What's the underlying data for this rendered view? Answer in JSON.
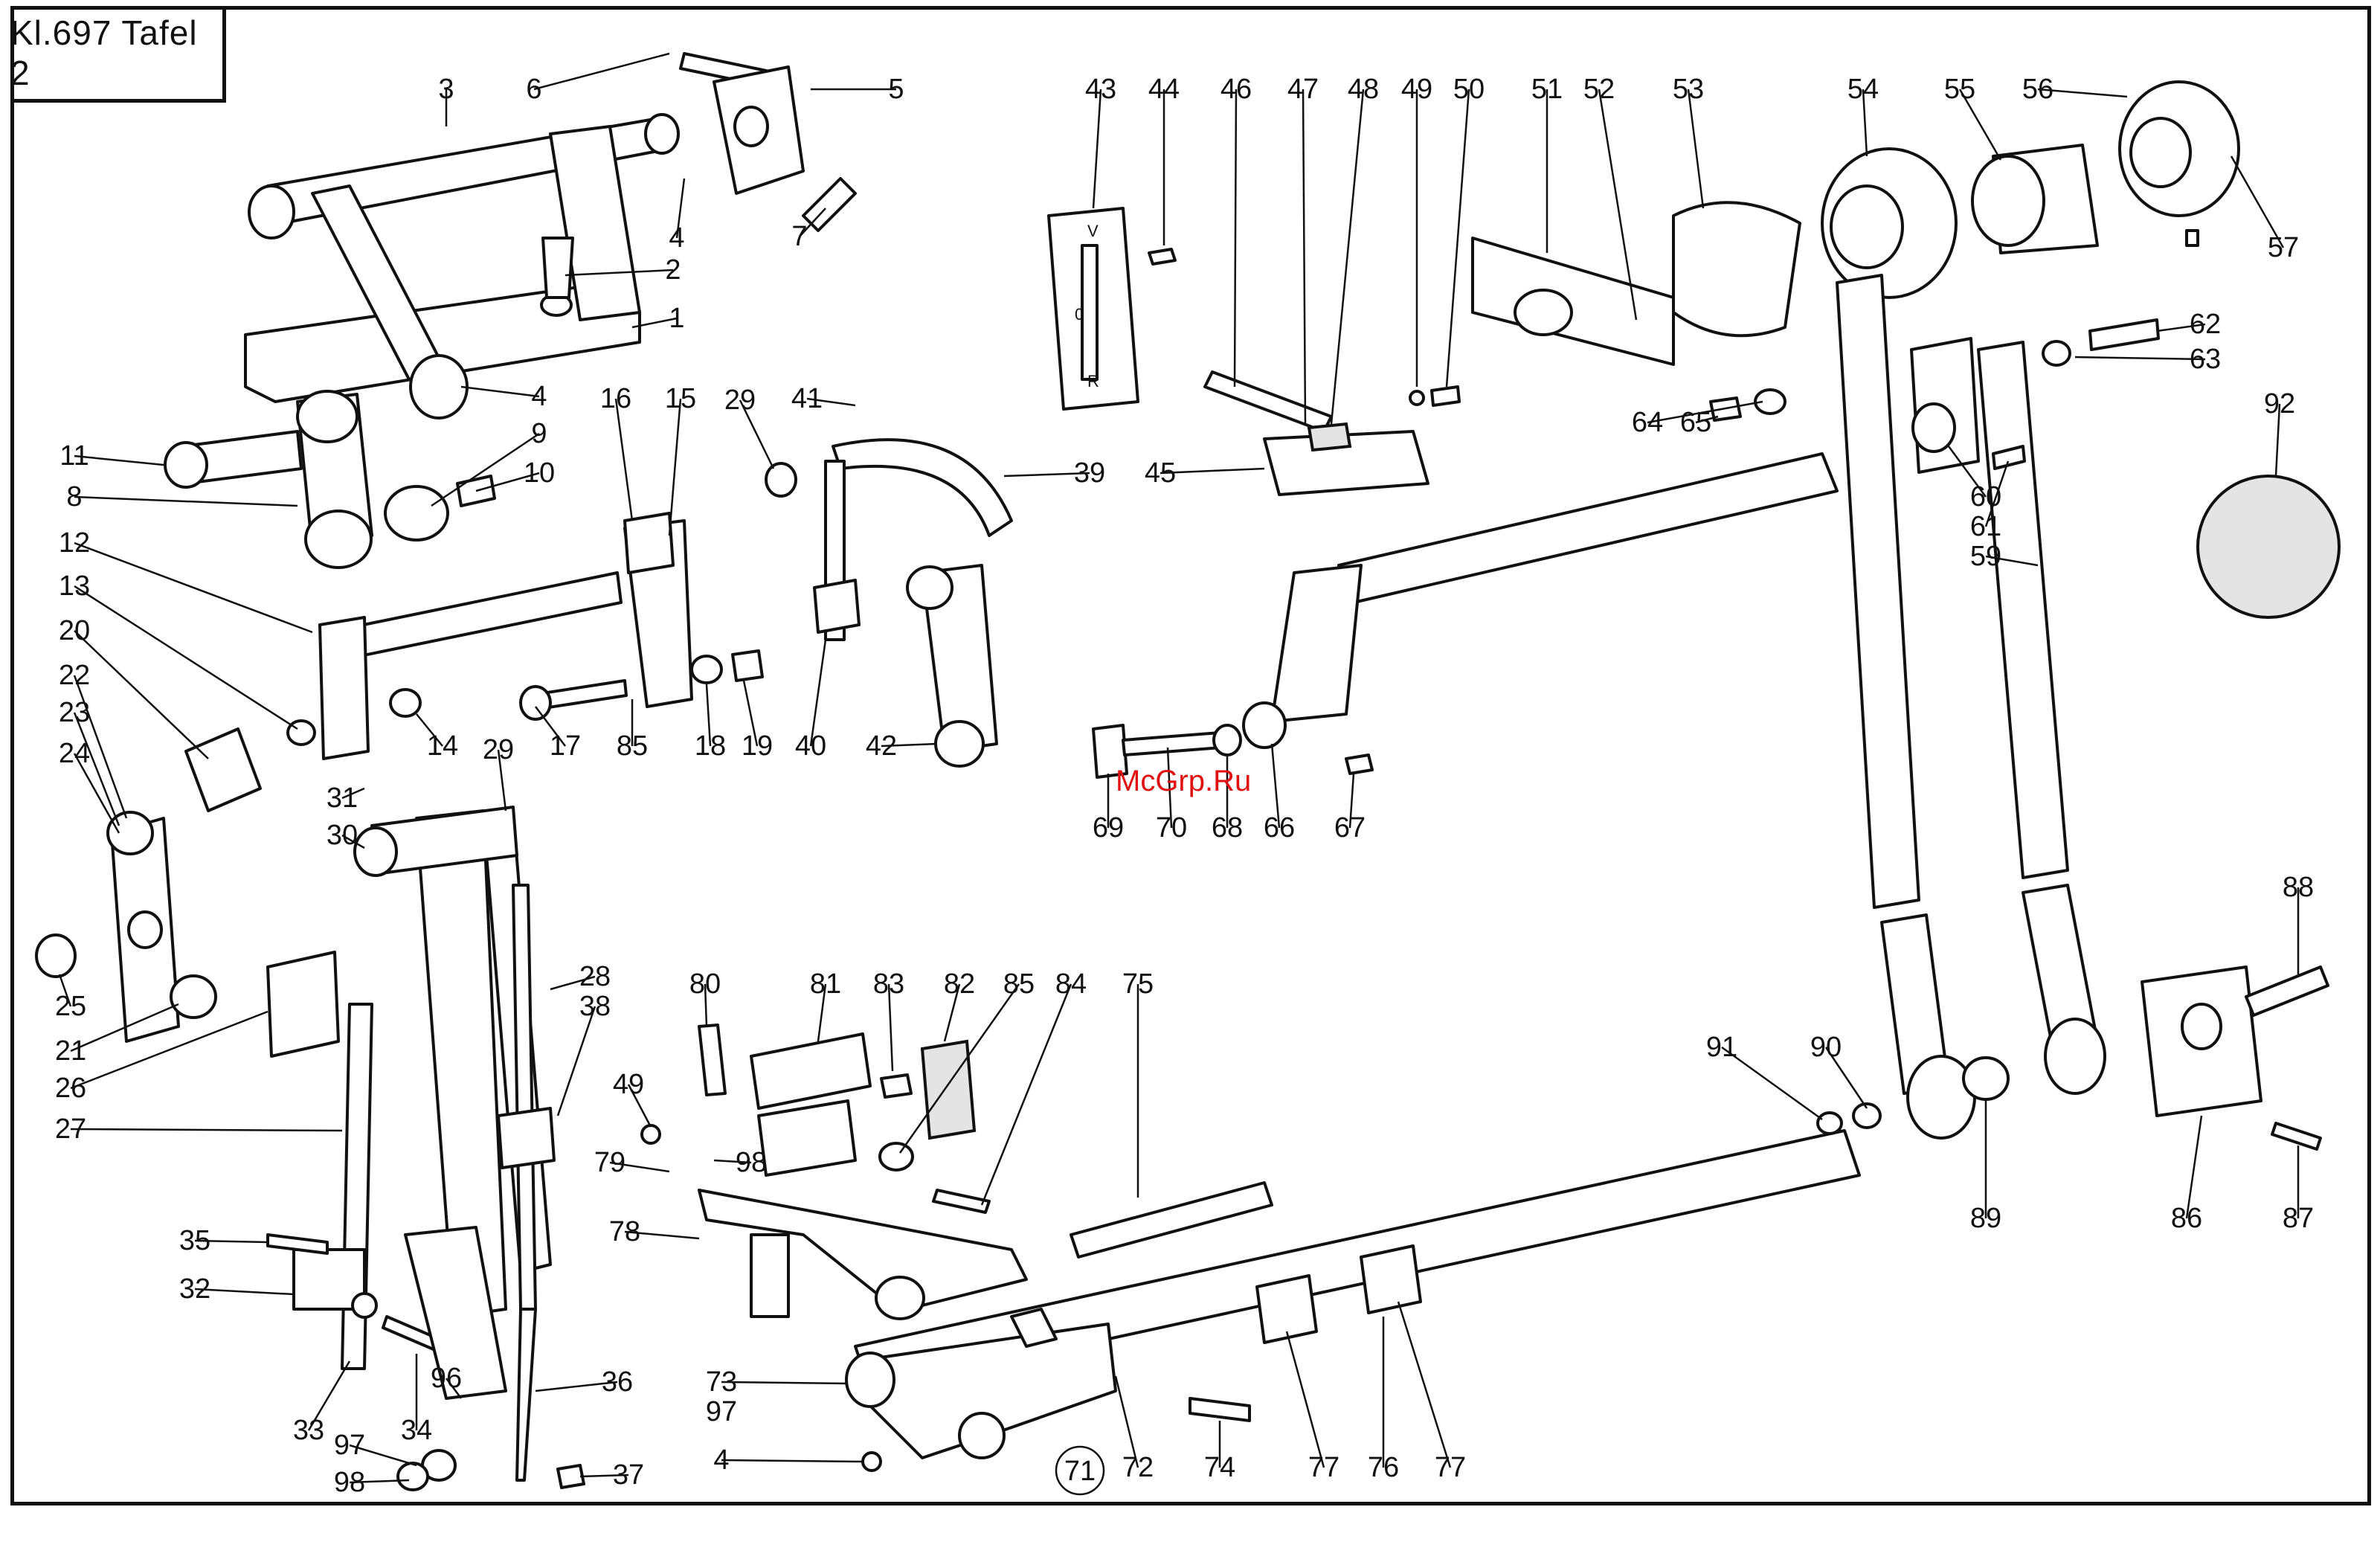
{
  "title": "Kl.697 Tafel 2",
  "watermark": "McGrp.Ru",
  "callouts": [
    {
      "id": "3",
      "label": "3"
    },
    {
      "id": "6",
      "label": "6"
    },
    {
      "id": "5",
      "label": "5"
    },
    {
      "id": "7",
      "label": "7"
    },
    {
      "id": "4a",
      "label": "4"
    },
    {
      "id": "2",
      "label": "2"
    },
    {
      "id": "1",
      "label": "1"
    },
    {
      "id": "4b",
      "label": "4"
    },
    {
      "id": "11",
      "label": "11"
    },
    {
      "id": "9",
      "label": "9"
    },
    {
      "id": "10",
      "label": "10"
    },
    {
      "id": "8",
      "label": "8"
    },
    {
      "id": "12",
      "label": "12"
    },
    {
      "id": "13",
      "label": "13"
    },
    {
      "id": "20",
      "label": "20"
    },
    {
      "id": "22",
      "label": "22"
    },
    {
      "id": "23",
      "label": "23"
    },
    {
      "id": "24",
      "label": "24"
    },
    {
      "id": "25",
      "label": "25"
    },
    {
      "id": "21",
      "label": "21"
    },
    {
      "id": "26",
      "label": "26"
    },
    {
      "id": "27",
      "label": "27"
    },
    {
      "id": "16",
      "label": "16"
    },
    {
      "id": "15",
      "label": "15"
    },
    {
      "id": "14",
      "label": "14"
    },
    {
      "id": "17",
      "label": "17"
    },
    {
      "id": "85a",
      "label": "85"
    },
    {
      "id": "18",
      "label": "18"
    },
    {
      "id": "19",
      "label": "19"
    },
    {
      "id": "29a",
      "label": "29"
    },
    {
      "id": "41",
      "label": "41"
    },
    {
      "id": "39",
      "label": "39"
    },
    {
      "id": "40",
      "label": "40"
    },
    {
      "id": "42",
      "label": "42"
    },
    {
      "id": "31",
      "label": "31"
    },
    {
      "id": "30",
      "label": "30"
    },
    {
      "id": "29b",
      "label": "29"
    },
    {
      "id": "28",
      "label": "28"
    },
    {
      "id": "38",
      "label": "38"
    },
    {
      "id": "49a",
      "label": "49"
    },
    {
      "id": "35",
      "label": "35"
    },
    {
      "id": "32",
      "label": "32"
    },
    {
      "id": "33",
      "label": "33"
    },
    {
      "id": "34",
      "label": "34"
    },
    {
      "id": "36",
      "label": "36"
    },
    {
      "id": "96",
      "label": "96"
    },
    {
      "id": "97a",
      "label": "97"
    },
    {
      "id": "98a",
      "label": "98"
    },
    {
      "id": "37",
      "label": "37"
    },
    {
      "id": "80",
      "label": "80"
    },
    {
      "id": "81",
      "label": "81"
    },
    {
      "id": "83",
      "label": "83"
    },
    {
      "id": "82",
      "label": "82"
    },
    {
      "id": "85b",
      "label": "85"
    },
    {
      "id": "84",
      "label": "84"
    },
    {
      "id": "75",
      "label": "75"
    },
    {
      "id": "79",
      "label": "79"
    },
    {
      "id": "98b",
      "label": "98"
    },
    {
      "id": "78",
      "label": "78"
    },
    {
      "id": "73",
      "label": "73"
    },
    {
      "id": "97b",
      "label": "97"
    },
    {
      "id": "4c",
      "label": "4"
    },
    {
      "id": "71",
      "label": "71"
    },
    {
      "id": "72",
      "label": "72"
    },
    {
      "id": "74",
      "label": "74"
    },
    {
      "id": "77a",
      "label": "77"
    },
    {
      "id": "76",
      "label": "76"
    },
    {
      "id": "77b",
      "label": "77"
    },
    {
      "id": "43",
      "label": "43"
    },
    {
      "id": "44",
      "label": "44"
    },
    {
      "id": "46",
      "label": "46"
    },
    {
      "id": "47",
      "label": "47"
    },
    {
      "id": "48",
      "label": "48"
    },
    {
      "id": "49b",
      "label": "49"
    },
    {
      "id": "50",
      "label": "50"
    },
    {
      "id": "51",
      "label": "51"
    },
    {
      "id": "52",
      "label": "52"
    },
    {
      "id": "53",
      "label": "53"
    },
    {
      "id": "45",
      "label": "45"
    },
    {
      "id": "64",
      "label": "64"
    },
    {
      "id": "65",
      "label": "65"
    },
    {
      "id": "69",
      "label": "69"
    },
    {
      "id": "70",
      "label": "70"
    },
    {
      "id": "68",
      "label": "68"
    },
    {
      "id": "66",
      "label": "66"
    },
    {
      "id": "67",
      "label": "67"
    },
    {
      "id": "54",
      "label": "54"
    },
    {
      "id": "55",
      "label": "55"
    },
    {
      "id": "56",
      "label": "56"
    },
    {
      "id": "57",
      "label": "57"
    },
    {
      "id": "62",
      "label": "62"
    },
    {
      "id": "63",
      "label": "63"
    },
    {
      "id": "92",
      "label": "92"
    },
    {
      "id": "60",
      "label": "60"
    },
    {
      "id": "61",
      "label": "61"
    },
    {
      "id": "59",
      "label": "59"
    },
    {
      "id": "88",
      "label": "88"
    },
    {
      "id": "91",
      "label": "91"
    },
    {
      "id": "90",
      "label": "90"
    },
    {
      "id": "89",
      "label": "89"
    },
    {
      "id": "86",
      "label": "86"
    },
    {
      "id": "87",
      "label": "87"
    }
  ],
  "plate_marks": {
    "top": "V",
    "middle": "0",
    "bottom": "R"
  }
}
